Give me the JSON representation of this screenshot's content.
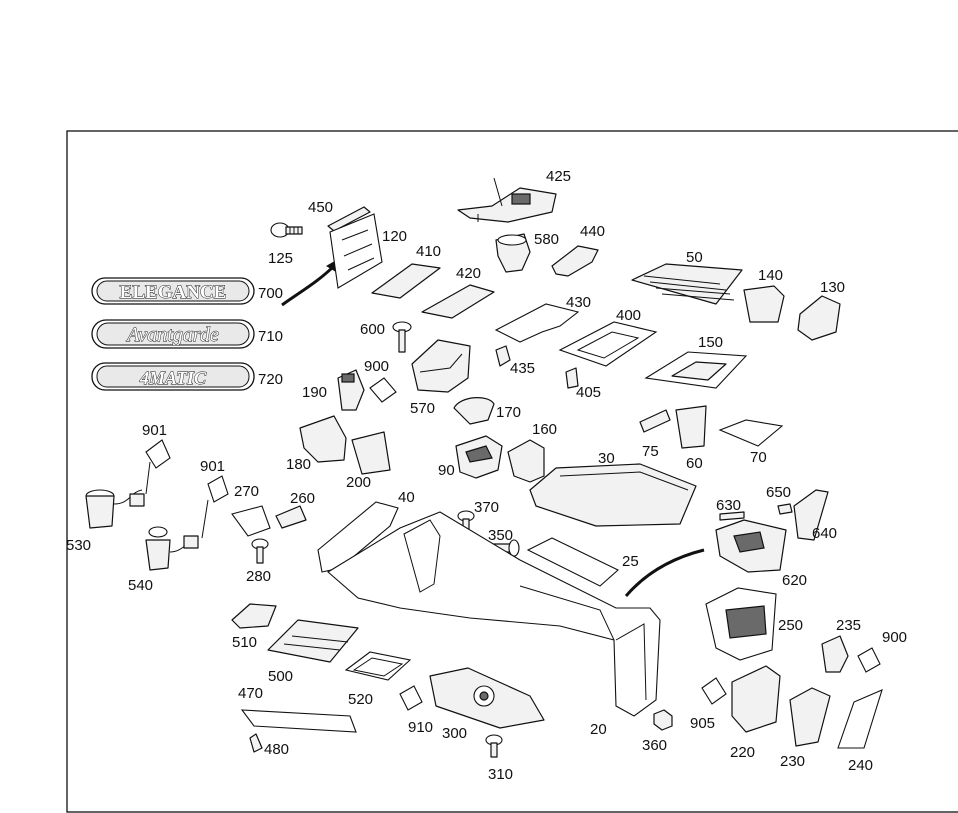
{
  "badges": [
    {
      "text": "ELEGANCE",
      "callout": "700"
    },
    {
      "text": "Avantgarde",
      "callout": "710"
    },
    {
      "text": "4MATIC",
      "callout": "720"
    }
  ],
  "callouts": {
    "c20": "20",
    "c25": "25",
    "c30": "30",
    "c40": "40",
    "c50": "50",
    "c60": "60",
    "c70": "70",
    "c75": "75",
    "c90": "90",
    "c120": "120",
    "c125": "125",
    "c130": "130",
    "c140": "140",
    "c150": "150",
    "c160": "160",
    "c170": "170",
    "c180": "180",
    "c190": "190",
    "c200": "200",
    "c220": "220",
    "c230": "230",
    "c235": "235",
    "c240": "240",
    "c250": "250",
    "c260": "260",
    "c270": "270",
    "c280": "280",
    "c300": "300",
    "c310": "310",
    "c350": "350",
    "c360": "360",
    "c370": "370",
    "c400": "400",
    "c405": "405",
    "c410": "410",
    "c420": "420",
    "c425": "425",
    "c430": "430",
    "c435": "435",
    "c440": "440",
    "c450": "450",
    "c470": "470",
    "c480": "480",
    "c500": "500",
    "c510": "510",
    "c520": "520",
    "c530": "530",
    "c540": "540",
    "c570": "570",
    "c580": "580",
    "c600": "600",
    "c620": "620",
    "c630": "630",
    "c640": "640",
    "c650": "650",
    "c900a": "900",
    "c900b": "900",
    "c901a": "901",
    "c901b": "901",
    "c905": "905",
    "c910": "910"
  }
}
